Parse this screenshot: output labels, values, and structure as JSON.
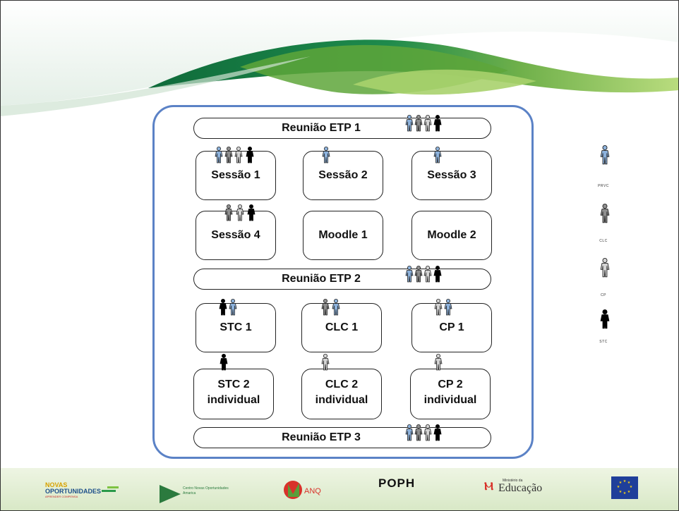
{
  "diagram": {
    "meetings": [
      {
        "label": "Reunião ETP 1"
      },
      {
        "label": "Reunião ETP 2"
      },
      {
        "label": "Reunião ETP 3"
      }
    ],
    "sessions": [
      {
        "label": "Sessão 1"
      },
      {
        "label": "Sessão 2"
      },
      {
        "label": "Sessão 3"
      },
      {
        "label": "Sessão 4"
      },
      {
        "label": "Moodle 1"
      },
      {
        "label": "Moodle 2"
      },
      {
        "label": "STC 1"
      },
      {
        "label": "CLC 1"
      },
      {
        "label": "CP 1"
      }
    ],
    "individual": [
      {
        "line1": "STC 2",
        "line2": "individual"
      },
      {
        "line1": "CLC 2",
        "line2": "individual"
      },
      {
        "line1": "CP 2",
        "line2": "individual"
      }
    ]
  },
  "legend": [
    {
      "label": "PRVC",
      "color": "#8db2dc"
    },
    {
      "label": "CLC",
      "color": "#8f8f8f"
    },
    {
      "label": "CP",
      "color": "#d4d4d4"
    },
    {
      "label": "STC",
      "color": "#000000"
    }
  ],
  "footer": {
    "novas_line1": "NOVAS",
    "novas_line2": "OPORTUNIDADES",
    "novas_line3": "APRENDER COMPENSA",
    "cno_line1": "Centro Novas Oportunidades",
    "cno_line2": "Amarica",
    "anq": "ANQ",
    "poph": "POPH",
    "me_word": "Educação",
    "me_super": "Ministério da"
  },
  "colors": {
    "accent": "#5b82c6",
    "green": "#1f8a4f",
    "figure_prvc": "#8db2dc",
    "figure_clc": "#8f8f8f",
    "figure_cp": "#d4d4d4",
    "figure_stc": "#000000"
  }
}
